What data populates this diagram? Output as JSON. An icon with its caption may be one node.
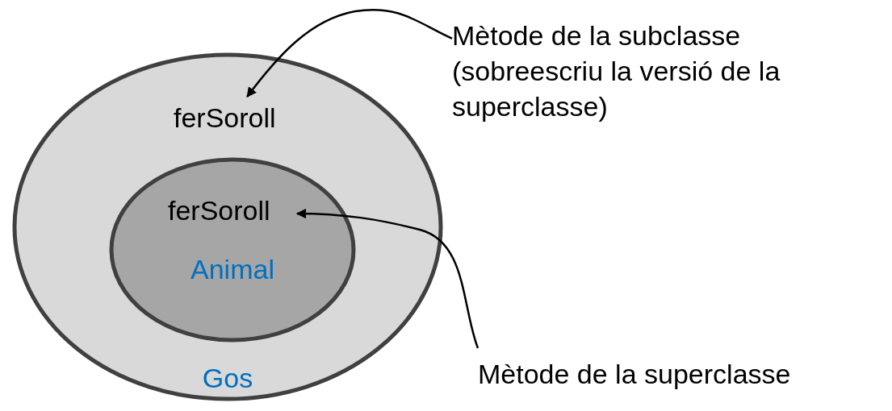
{
  "diagram": {
    "nodes": [
      {
        "text": [
          "Gos"
        ]
      },
      {
        "text": [
          "ferSoroll"
        ],
        "in": 0
      },
      {
        "text": [
          "Animal"
        ],
        "in": 0
      },
      {
        "text": [
          "ferSoroll"
        ],
        "in": 2
      },
      {
        "text": [
          "Mètode de la subclasse (sobreescriu la versió de la superclasse)"
        ]
      },
      {
        "text": [
          "Mètode de la superclasse"
        ]
      }
    ],
    "edges": [
      {
        "from": 4,
        "to": 1,
        "arrow": "to"
      },
      {
        "from": 5,
        "to": 3,
        "arrow": "to"
      }
    ]
  }
}
